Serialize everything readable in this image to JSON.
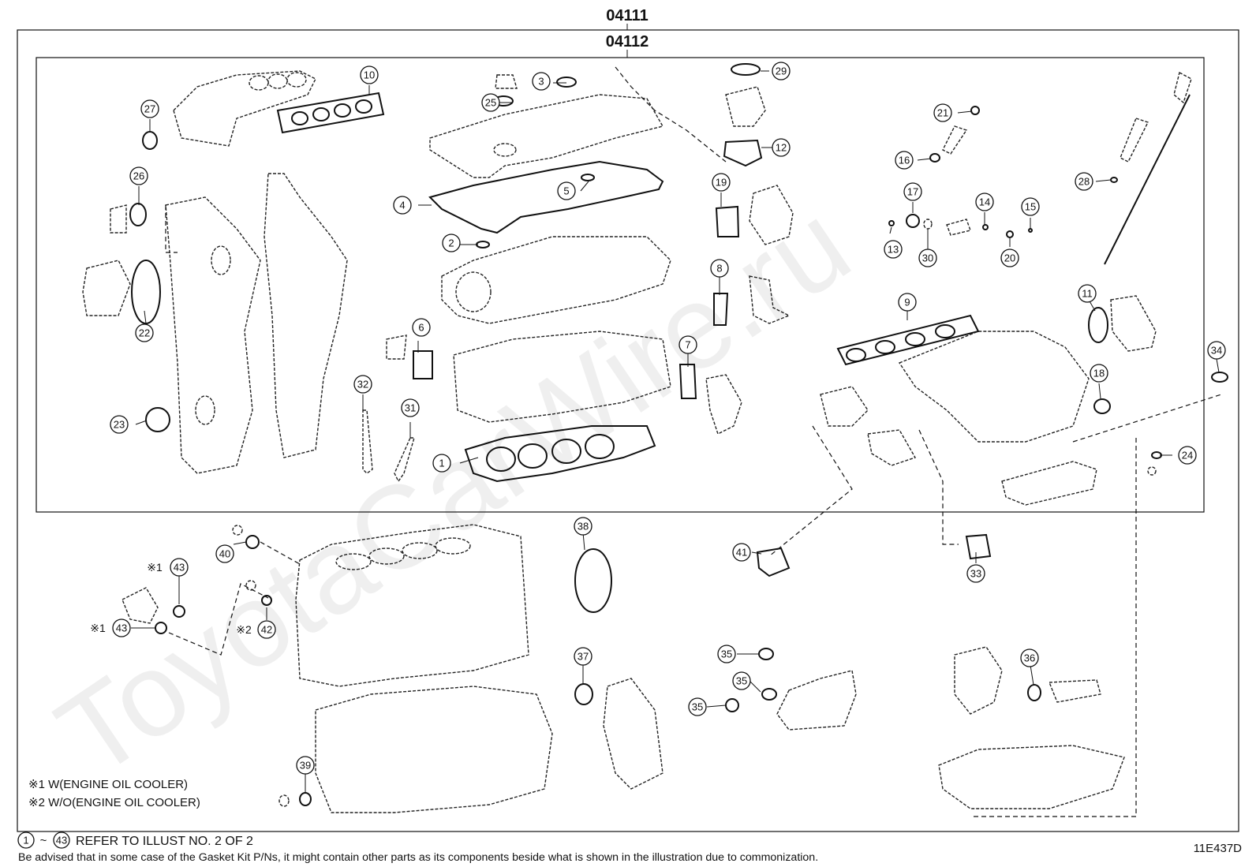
{
  "assembly_numbers": {
    "outer": "04111",
    "inner": "04112"
  },
  "callouts": [
    {
      "n": "1"
    },
    {
      "n": "2"
    },
    {
      "n": "3"
    },
    {
      "n": "4"
    },
    {
      "n": "5"
    },
    {
      "n": "6"
    },
    {
      "n": "7"
    },
    {
      "n": "8"
    },
    {
      "n": "9"
    },
    {
      "n": "10"
    },
    {
      "n": "11"
    },
    {
      "n": "12"
    },
    {
      "n": "13"
    },
    {
      "n": "14"
    },
    {
      "n": "15"
    },
    {
      "n": "16"
    },
    {
      "n": "17"
    },
    {
      "n": "18"
    },
    {
      "n": "19"
    },
    {
      "n": "20"
    },
    {
      "n": "21"
    },
    {
      "n": "22"
    },
    {
      "n": "23"
    },
    {
      "n": "24"
    },
    {
      "n": "25"
    },
    {
      "n": "26"
    },
    {
      "n": "27"
    },
    {
      "n": "28"
    },
    {
      "n": "29"
    },
    {
      "n": "30"
    },
    {
      "n": "31"
    },
    {
      "n": "32"
    },
    {
      "n": "33"
    },
    {
      "n": "34"
    },
    {
      "n": "35"
    },
    {
      "n": "35"
    },
    {
      "n": "35"
    },
    {
      "n": "36"
    },
    {
      "n": "37"
    },
    {
      "n": "38"
    },
    {
      "n": "39"
    },
    {
      "n": "40"
    },
    {
      "n": "41"
    },
    {
      "n": "42"
    },
    {
      "n": "43"
    },
    {
      "n": "43"
    }
  ],
  "markers": {
    "m1": "※1",
    "m2": "※2"
  },
  "notes": {
    "note1": "※1 W(ENGINE OIL COOLER)",
    "note2": "※2 W/O(ENGINE OIL COOLER)",
    "range_start": "1",
    "range_sep": "~",
    "range_end": "43",
    "range_text": "REFER TO ILLUST NO. 2 OF 2",
    "disclaimer": "Be advised that in some case of the Gasket Kit P/Ns,  it might contain other parts as its components beside what is shown in the illustration due to commonization."
  },
  "illustration_id": "11E437D",
  "watermark": "ToyotaCarWire.ru"
}
